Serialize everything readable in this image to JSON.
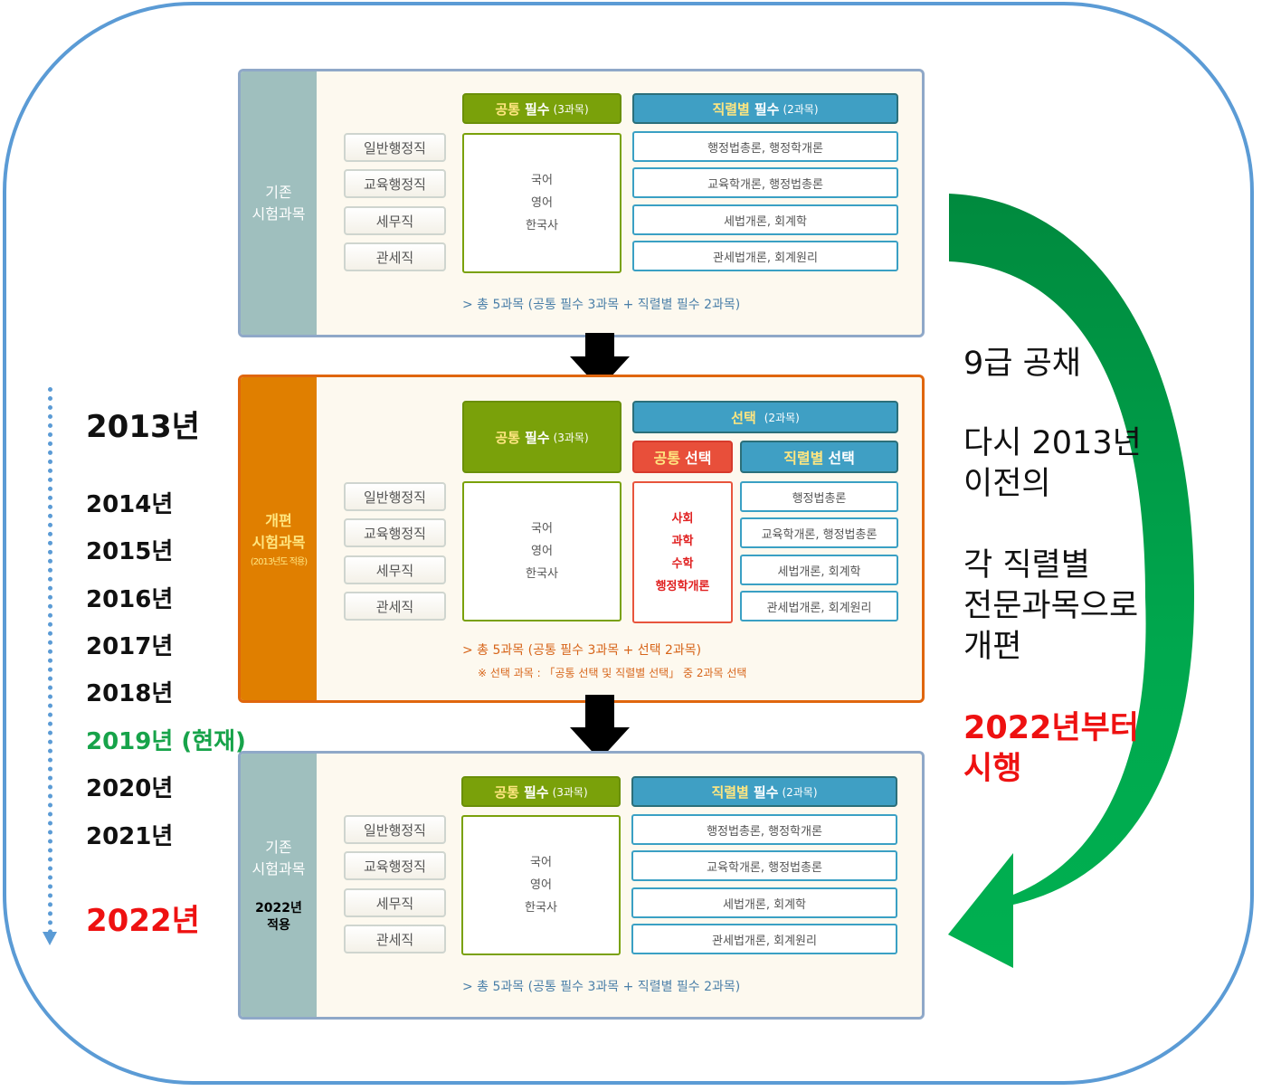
{
  "colors": {
    "frame": "#5b9bd5",
    "old_side": "#9fbfbe",
    "new_side": "#e07f00",
    "common_required": "#7aa10a",
    "track_header": "#3f9fc4",
    "common_elective": "#e84f3a",
    "current_year": "#17a34a",
    "target_year": "#ee1111",
    "curved_arrow": "#00ad50"
  },
  "panels": [
    {
      "id": "old",
      "side_label_1": "기존",
      "side_label_2": "시험과목",
      "jobs": [
        "일반행정직",
        "교육행정직",
        "세무직",
        "관세직"
      ],
      "common_header_hl": "공통",
      "common_header_rest": "필수",
      "common_header_count": "(3과목)",
      "common_subjects": [
        "국어",
        "영어",
        "한국사"
      ],
      "track_header_hl": "직렬별",
      "track_header_rest": "필수",
      "track_header_count": "(2과목)",
      "track_subjects": [
        "행정법총론, 행정학개론",
        "교육학개론, 행정법총론",
        "세법개론, 회계학",
        "관세법개론, 회계원리"
      ],
      "summary": "> 총 5과목 (공통 필수 3과목 + 직렬별 필수 2과목)"
    },
    {
      "id": "reformed",
      "side_label_1": "개편",
      "side_label_2": "시험과목",
      "side_label_3": "(2013년도 적용)",
      "jobs": [
        "일반행정직",
        "교육행정직",
        "세무직",
        "관세직"
      ],
      "common_header_hl": "공통",
      "common_header_rest": "필수",
      "common_header_count": "(3과목)",
      "common_subjects": [
        "국어",
        "영어",
        "한국사"
      ],
      "elective_header_hl": "선택",
      "elective_header_count": "(2과목)",
      "common_elective_header_hl": "공통",
      "common_elective_header_rest": "선택",
      "common_elective_subjects": [
        "사회",
        "과학",
        "수학",
        "행정학개론"
      ],
      "track_elective_header_hl": "직렬별",
      "track_elective_header_rest": "선택",
      "track_subjects": [
        "행정법총론",
        "교육학개론, 행정법총론",
        "세법개론, 회계학",
        "관세법개론, 회계원리"
      ],
      "summary": "> 총 5과목 (공통 필수 3과목 + 선택 2과목)",
      "footnote": "※ 선택 과목 : 「공통 선택 및 직렬별 선택」 중 2과목 선택"
    },
    {
      "id": "restored",
      "side_label_1": "기존",
      "side_label_2": "시험과목",
      "side_note_1": "2022년",
      "side_note_2": "적용",
      "jobs": [
        "일반행정직",
        "교육행정직",
        "세무직",
        "관세직"
      ],
      "common_header_hl": "공통",
      "common_header_rest": "필수",
      "common_header_count": "(3과목)",
      "common_subjects": [
        "국어",
        "영어",
        "한국사"
      ],
      "track_header_hl": "직렬별",
      "track_header_rest": "필수",
      "track_header_count": "(2과목)",
      "track_subjects": [
        "행정법총론, 행정학개론",
        "교육학개론, 행정법총론",
        "세법개론, 회계학",
        "관세법개론, 회계원리"
      ],
      "summary": "> 총 5과목 (공통 필수 3과목 + 직렬별 필수 2과목)"
    }
  ],
  "timeline": {
    "years": [
      "2013년",
      "2014년",
      "2015년",
      "2016년",
      "2017년",
      "2018년",
      "2019년 (현재)",
      "2020년",
      "2021년",
      "2022년"
    ],
    "current_index": 6,
    "target_index": 9
  },
  "note": {
    "line1": "9급 공채",
    "line2": "다시 2013년",
    "line3": "이전의",
    "line4": "각 직렬별",
    "line5": "전문과목으로",
    "line6": "개편",
    "highlight1": "2022년부터",
    "highlight2": "시행"
  }
}
